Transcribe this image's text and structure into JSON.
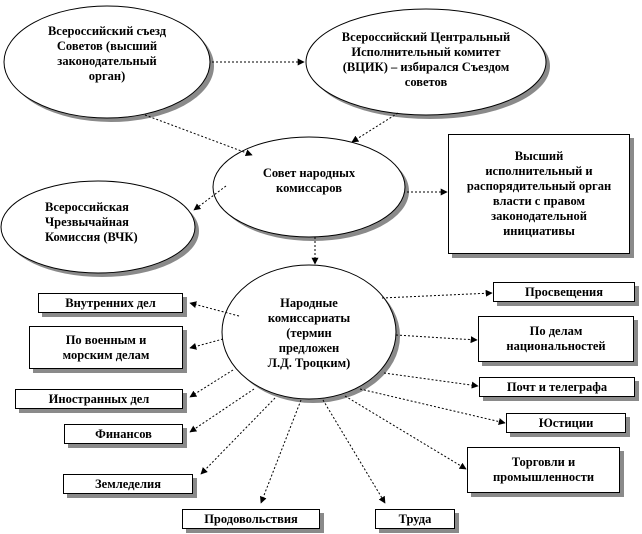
{
  "diagram": {
    "congress": "Всероссийский съезд\nСоветов (высший\nзаконодательный\nорган)",
    "vtsik": "Всероссийский Центральный\nИсполнительный комитет\n(ВЦИК) – избирался Съездом\nсоветов",
    "sovnarkom": "Совет народных\nкомиссаров",
    "sovnarkom_note": "Высший\nисполнительный и\nраспорядительный орган\nвласти с правом\nзаконодательной\nинициативы",
    "cheka": "Всероссийская\nЧрезвычайная\nКомиссия (ВЧК)",
    "commissariats": "Народные\nкомиссариаты\n(термин\nпредложен\nЛ.Д. Троцким)",
    "left_boxes": [
      "Внутренних дел",
      "По военным и\nморским делам",
      "Иностранных дел",
      "Финансов",
      "Земледелия",
      "Продовольствия"
    ],
    "right_boxes": [
      "Просвещения",
      "По делам\nнациональностей",
      "Почт и телеграфа",
      "Юстиции",
      "Торговли и\nпромышленности",
      "Труда"
    ]
  }
}
